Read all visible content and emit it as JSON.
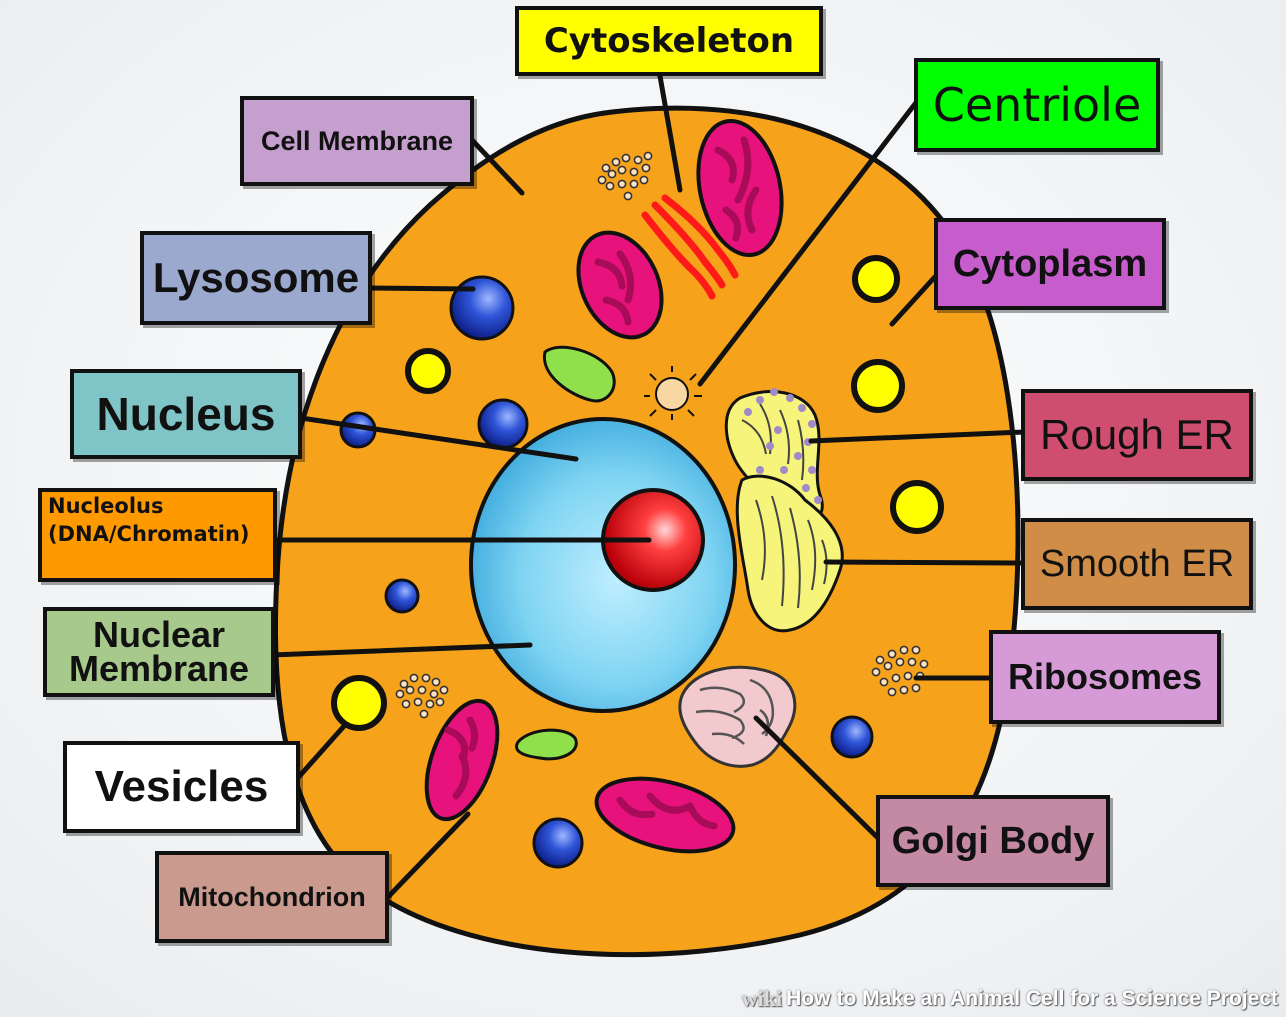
{
  "diagram": {
    "labels": {
      "cytoskeleton": "Cytoskeleton",
      "centriole": "Centriole",
      "cell_membrane": "Cell Membrane",
      "lysosome": "Lysosome",
      "cytoplasm": "Cytoplasm",
      "nucleus": "Nucleus",
      "rough_er": "Rough ER",
      "nucleolus_line1": "Nucleolus",
      "nucleolus_line2": "(DNA/Chromatin)",
      "smooth_er": "Smooth ER",
      "nuclear_membrane_line1": "Nuclear",
      "nuclear_membrane_line2": "Membrane",
      "ribosomes": "Ribosomes",
      "vesicles": "Vesicles",
      "golgi_body": "Golgi Body",
      "mitochondrion": "Mitochondrion"
    },
    "label_colors": {
      "cytoskeleton": "#ffff00",
      "centriole": "#00ff00",
      "cell_membrane": "#c59fce",
      "lysosome": "#9ba9cf",
      "cytoplasm": "#c75ccc",
      "nucleus": "#7fc5c7",
      "rough_er": "#cf4d6e",
      "nucleolus": "#ff9900",
      "smooth_er": "#cf8d47",
      "nuclear_membrane": "#a8c98c",
      "ribosomes": "#d69bd6",
      "vesicles": "#ffffff",
      "golgi_body": "#c58aa3",
      "mitochondrion": "#cb9a8f"
    },
    "cell_color": "#f7a21b",
    "nucleus_color": "#6fc9ea",
    "nucleolus_color": "#e8141c"
  },
  "watermark": {
    "wiki": "wiki",
    "how": "How",
    "text": "to Make an Animal Cell for a Science Project"
  }
}
